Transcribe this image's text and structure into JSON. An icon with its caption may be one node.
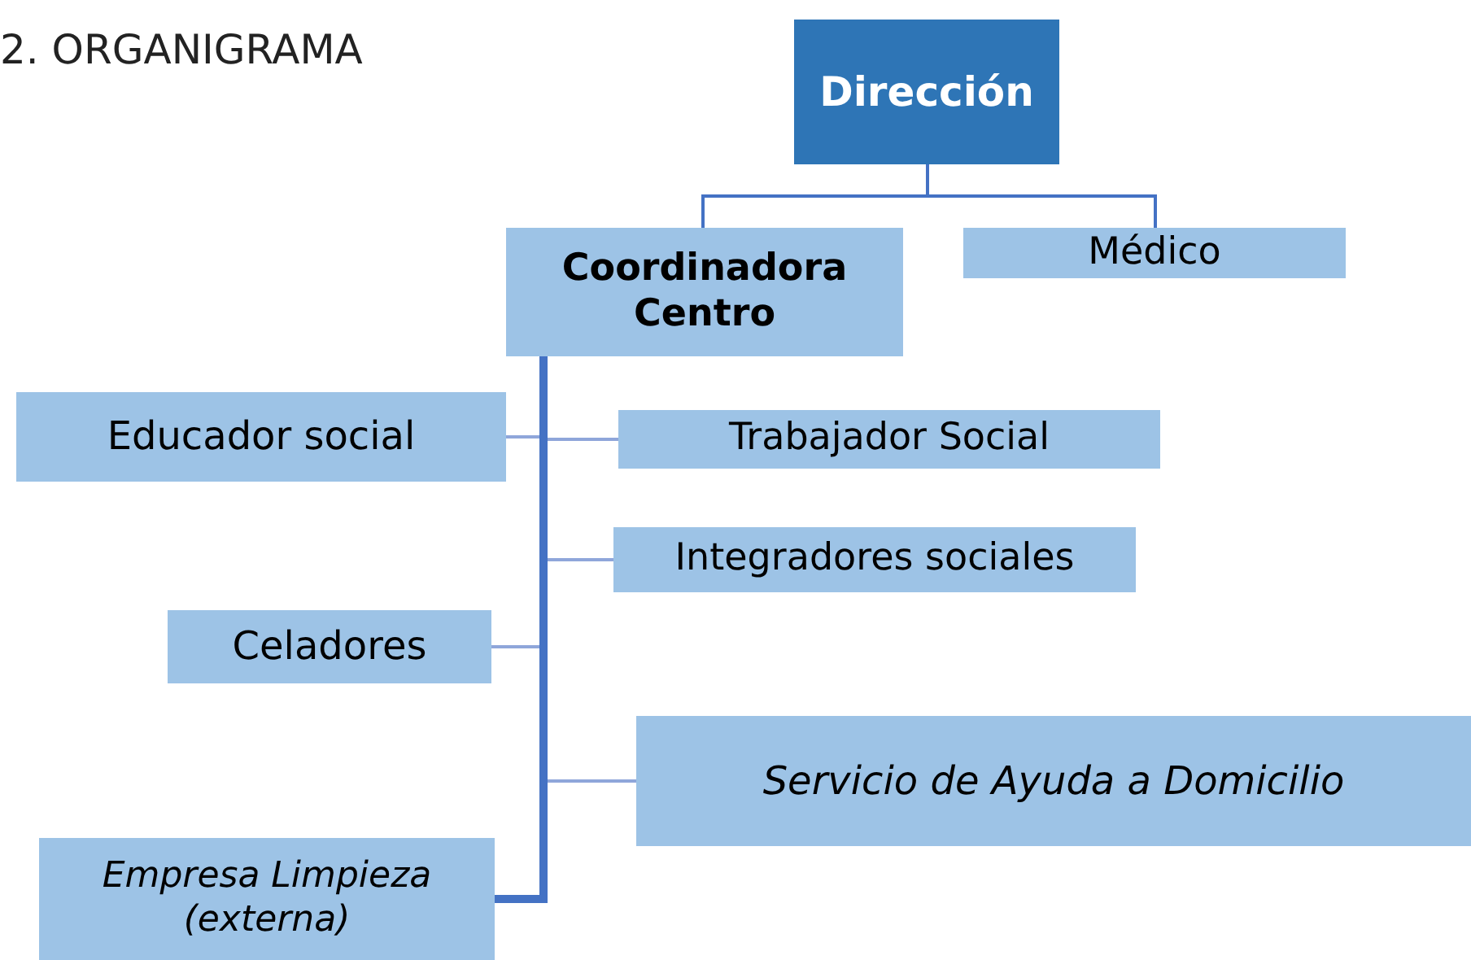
{
  "diagram": {
    "title": "2. ORGANIGRAMA",
    "nodes": [
      {
        "text": [
          "Dirección"
        ]
      },
      {
        "text": [
          "Coordinadora Centro"
        ]
      },
      {
        "text": [
          "Médico"
        ]
      },
      {
        "text": [
          "Educador social"
        ]
      },
      {
        "text": [
          "Trabajador Social"
        ]
      },
      {
        "text": [
          "Integradores sociales"
        ]
      },
      {
        "text": [
          "Celadores"
        ]
      },
      {
        "text": [
          "Servicio de Ayuda a Domicilio"
        ]
      },
      {
        "text": [
          "Empresa Limpieza (externa)"
        ]
      }
    ],
    "edges": [
      {
        "from": 0,
        "to": 1,
        "arrow": "none",
        "color": "#4472c4"
      },
      {
        "from": 0,
        "to": 2,
        "arrow": "none",
        "color": "#4472c4"
      },
      {
        "from": 1,
        "to": 3,
        "arrow": "none"
      },
      {
        "from": 1,
        "to": 4,
        "arrow": "none"
      },
      {
        "from": 1,
        "to": 5,
        "arrow": "none"
      },
      {
        "from": 1,
        "to": 6,
        "arrow": "none"
      },
      {
        "from": 1,
        "to": 7,
        "arrow": "none"
      },
      {
        "from": 1,
        "to": 8,
        "arrow": "none",
        "style": "thick",
        "color": "#4472c4"
      }
    ]
  }
}
